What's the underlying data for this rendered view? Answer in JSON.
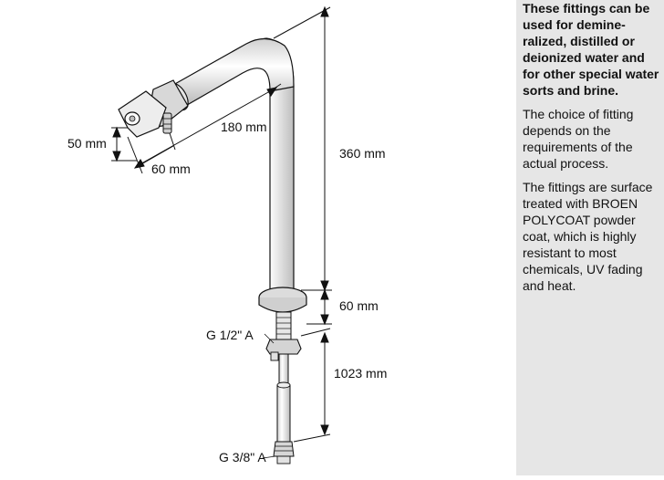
{
  "dimensions": {
    "d50": "50 mm",
    "d60_horizontal": "60 mm",
    "d180": "180 mm",
    "d360": "360 mm",
    "d60_vertical": "60 mm",
    "d1023": "1023 mm",
    "thread_top": "G 1/2\" A",
    "thread_bottom": "G 3/8\" A"
  },
  "sidebar": {
    "p1": "These fittings can be used for demine-ralized, distilled or deionized water and for other special water sorts and brine.",
    "p2": "The choice of fitting depends on the requirements of the actual process.",
    "p3": "The fittings are surface treated with BROEN POLYCOAT powder coat, which is highly resistant to most chemicals, UV fading and heat."
  },
  "colors": {
    "sidebar_bg": "#e6e6e6",
    "line": "#111111"
  }
}
